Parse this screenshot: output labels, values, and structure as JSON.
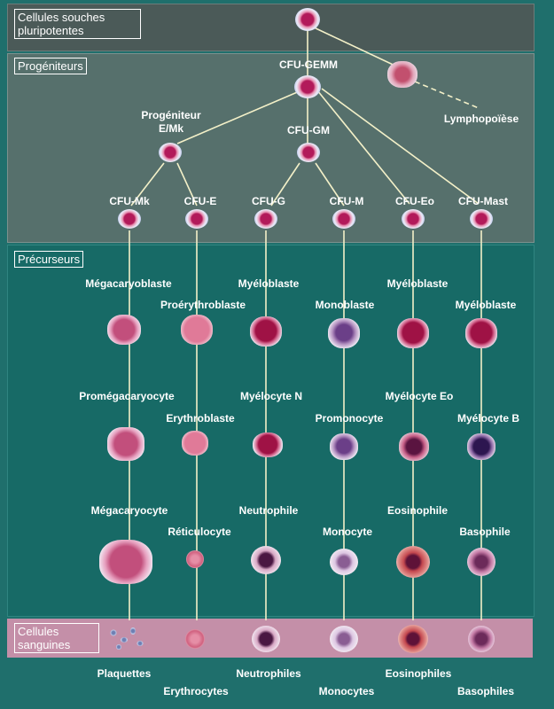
{
  "sections": {
    "souches": "Cellules souches pluripotentes",
    "progeniteurs": "Progéniteurs",
    "precurseurs": "Précurseurs",
    "sanguines": "Cellules sanguines"
  },
  "progenitors": {
    "cfu_gemm": "CFU-GEMM",
    "lymphopoiese": "Lymphopoïèse",
    "prog_emk": "Progéniteur E/Mk",
    "cfu_gm": "CFU-GM",
    "cfu_mk": "CFU-Mk",
    "cfu_e": "CFU-E",
    "cfu_g": "CFU-G",
    "cfu_m": "CFU-M",
    "cfu_eo": "CFU-Eo",
    "cfu_mast": "CFU-Mast"
  },
  "precursors": {
    "megacaryoblaste": "Mégacaryoblaste",
    "myeloblaste_g": "Myéloblaste",
    "myeloblaste_eo": "Myéloblaste",
    "proerythroblaste": "Proérythroblaste",
    "monoblaste": "Monoblaste",
    "myeloblaste_b": "Myéloblaste",
    "promegacaryocyte": "Promégacaryocyte",
    "myelocyte_n": "Myélocyte N",
    "myelocyte_eo": "Myélocyte Eo",
    "erythroblaste": "Erythroblaste",
    "promonocyte": "Promonocyte",
    "myelocyte_b": "Myélocyte B",
    "megacaryocyte": "Mégacaryocyte",
    "neutrophile": "Neutrophile",
    "eosinophile": "Eosinophile",
    "reticulocyte": "Réticulocyte",
    "monocyte": "Monocyte",
    "basophile": "Basophile"
  },
  "blood": {
    "plaquettes": "Plaquettes",
    "neutrophiles": "Neutrophiles",
    "eosinophiles": "Eosinophiles",
    "erythrocytes": "Erythrocytes",
    "monocytes": "Monocytes",
    "basophiles": "Basophiles"
  },
  "colors": {
    "background": "#1f6f6c",
    "lines": "#f3f0c8",
    "label_text": "#ffffff",
    "blood_band": "#c48fa8"
  }
}
